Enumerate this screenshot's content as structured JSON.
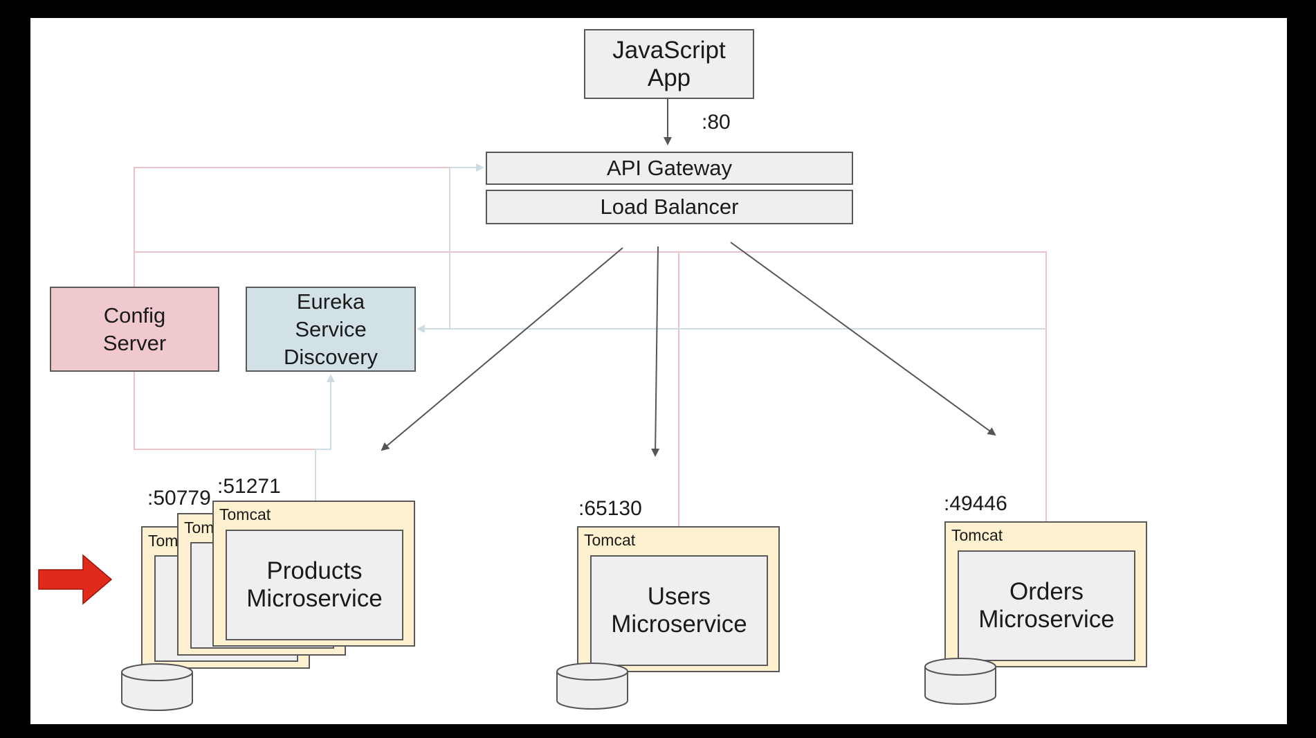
{
  "nodes": {
    "js_app": "JavaScript\nApp",
    "api_gateway": "API Gateway",
    "load_balancer": "Load Balancer",
    "config_server": "Config\nServer",
    "eureka": "Eureka\nService\nDiscovery",
    "products": "Products\nMicroservice",
    "users": "Users\nMicroservice",
    "orders": "Orders\nMicroservice",
    "tomcat": "Tomcat",
    "tomcat_clipped": "Tom"
  },
  "ports": {
    "gateway": ":80",
    "products_a": ":50779",
    "products_b": ":51271",
    "users": ":65130",
    "orders": ":49446"
  },
  "colors": {
    "config_server": "#f0c9cf",
    "eureka": "#d2e1e6",
    "tomcat": "#fdf1cf",
    "box": "#efeef0",
    "arrow_dark": "#555555",
    "line_pink": "#ecc3c9",
    "line_blue": "#cddde3",
    "pointer_arrow": "#e02a1c"
  },
  "icons": {
    "pointer": "red-right-arrow-icon",
    "database": "database-cylinder-icon"
  }
}
